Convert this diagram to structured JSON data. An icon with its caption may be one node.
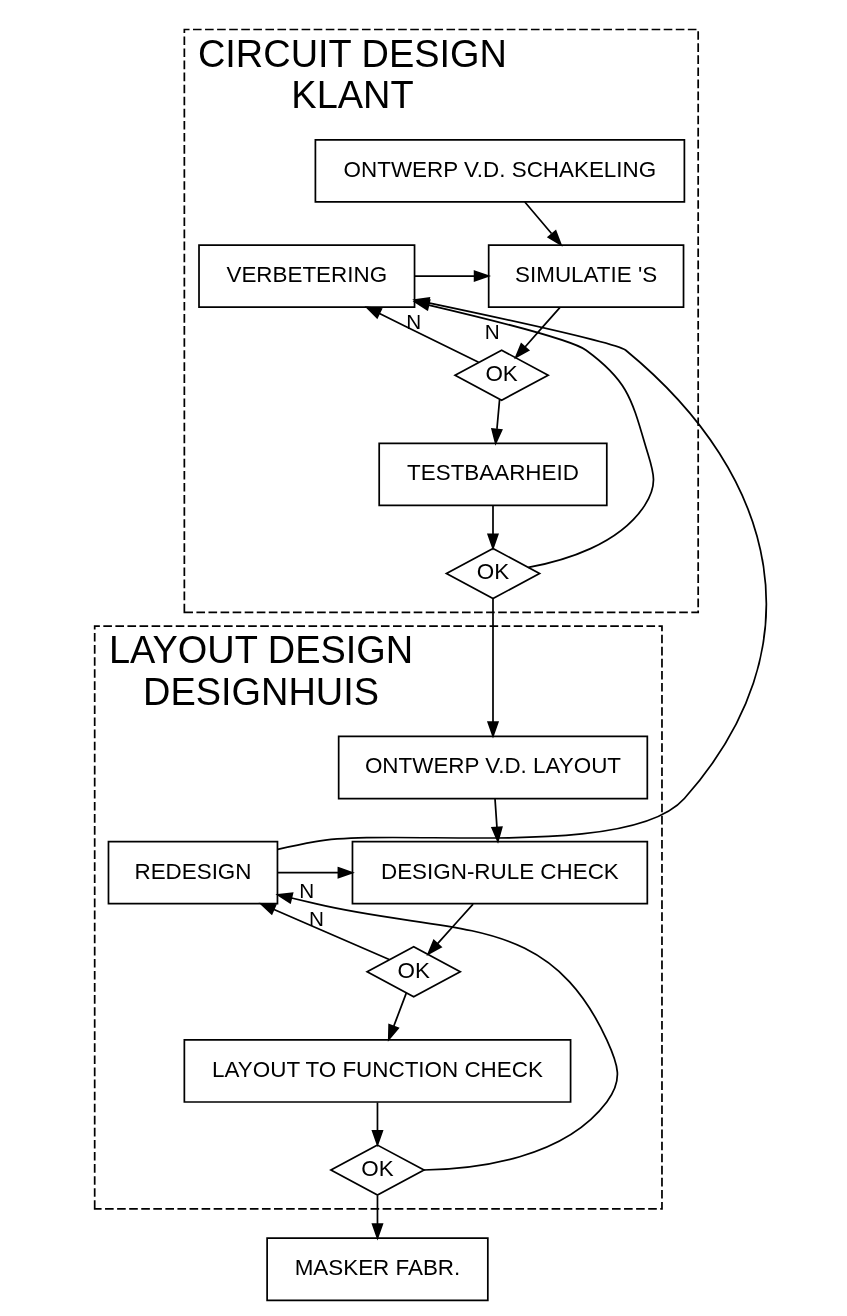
{
  "diagram": {
    "nodes": [
      {
        "text": [
          "CIRCUIT DESIGN",
          "KLANT"
        ]
      },
      {
        "text": [
          "ONTWERP V.D. SCHAKELING"
        ],
        "in": 0
      },
      {
        "text": [
          "SIMULATIE 'S"
        ],
        "in": 0
      },
      {
        "text": [
          "VERBETERING"
        ],
        "in": 0
      },
      {
        "text": [
          "OK"
        ],
        "in": 0
      },
      {
        "text": [
          "TESTBAARHEID"
        ],
        "in": 0
      },
      {
        "text": [
          "OK"
        ],
        "in": 0
      },
      {
        "text": [
          "LAYOUT DESIGN",
          "DESIGNHUIS"
        ]
      },
      {
        "text": [
          "ONTWERP V.D. LAYOUT"
        ],
        "in": 7
      },
      {
        "text": [
          "DESIGN-RULE CHECK"
        ],
        "in": 7
      },
      {
        "text": [
          "REDESIGN"
        ],
        "in": 7
      },
      {
        "text": [
          "OK"
        ],
        "in": 7
      },
      {
        "text": [
          "LAYOUT TO FUNCTION CHECK"
        ],
        "in": 7
      },
      {
        "text": [
          "OK"
        ],
        "in": 7
      },
      {
        "text": [
          "MASKER FABR."
        ]
      }
    ],
    "edges": [
      {
        "from": 1,
        "to": 2,
        "arrow": "to"
      },
      {
        "from": 2,
        "to": 4,
        "arrow": "to"
      },
      {
        "from": 4,
        "to": 5,
        "arrow": "to"
      },
      {
        "from": 5,
        "to": 6,
        "arrow": "to"
      },
      {
        "from": 6,
        "to": 8,
        "arrow": "to"
      },
      {
        "from": 8,
        "to": 9,
        "arrow": "to"
      },
      {
        "from": 9,
        "to": 11,
        "arrow": "to"
      },
      {
        "from": 11,
        "to": 12,
        "arrow": "to"
      },
      {
        "from": 12,
        "to": 13,
        "arrow": "to"
      },
      {
        "from": 13,
        "to": 14,
        "arrow": "to"
      },
      {
        "from": 4,
        "to": 3,
        "arrow": "to",
        "label": "N"
      },
      {
        "from": 6,
        "to": 3,
        "arrow": "to",
        "label": "N"
      },
      {
        "from": 3,
        "to": 2,
        "arrow": "to"
      },
      {
        "from": 11,
        "to": 10,
        "arrow": "to",
        "label": "N"
      },
      {
        "from": 13,
        "to": 10,
        "arrow": "to",
        "label": "N"
      },
      {
        "from": 10,
        "to": 9,
        "arrow": "to"
      },
      {
        "from": 10,
        "to": 3,
        "arrow": "to"
      }
    ]
  }
}
